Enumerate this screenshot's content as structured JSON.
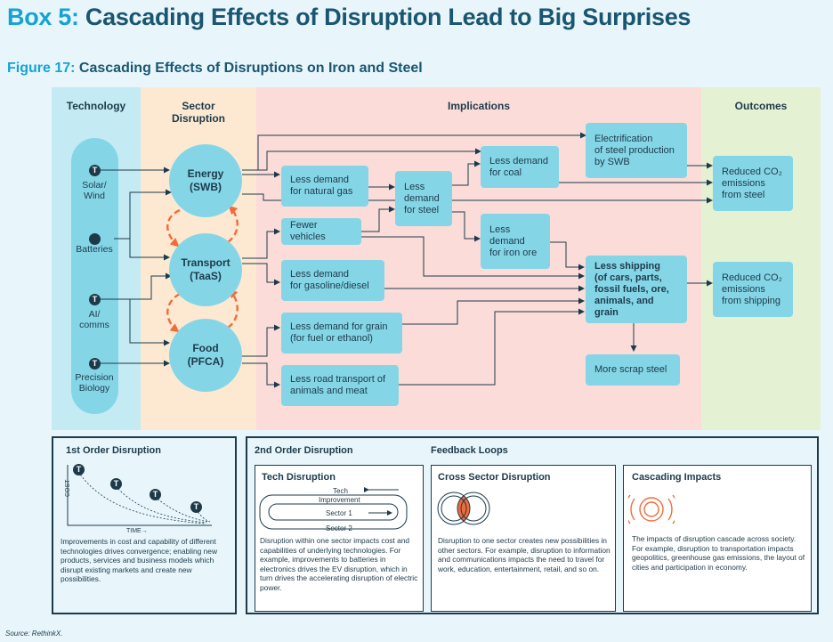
{
  "box_title": {
    "prefix": "Box 5:",
    "text": "Cascading Effects of Disruption Lead to Big Surprises"
  },
  "figure_title": {
    "prefix": "Figure 17:",
    "text": "Cascading Effects of Disruptions on Iron and Steel"
  },
  "columns": {
    "technology": "Technology",
    "sector": [
      "Sector",
      "Disruption"
    ],
    "implications": "Implications",
    "outcomes": "Outcomes"
  },
  "colors": {
    "technology_band": "#c4eaf4",
    "sector_band": "#fde9d2",
    "implications_band": "#fbdcd9",
    "outcomes_band": "#e4f1d2",
    "node": "#84d6e7",
    "dark": "#1d3a4a",
    "accent": "#14a3d6",
    "feedback_arrow": "#f26b3a"
  },
  "technologies": [
    {
      "mark": "T",
      "label": [
        "Solar/",
        "Wind"
      ]
    },
    {
      "mark": "",
      "label": [
        "Batteries"
      ]
    },
    {
      "mark": "T",
      "label": [
        "AI/",
        "comms"
      ]
    },
    {
      "mark": "T",
      "label": [
        "Precision",
        "Biology"
      ]
    }
  ],
  "sectors": [
    {
      "name": "Energy",
      "sub": "(SWB)"
    },
    {
      "name": "Transport",
      "sub": "(TaaS)"
    },
    {
      "name": "Food",
      "sub": "(PFCA)"
    }
  ],
  "implications": [
    [
      "Less demand",
      "for natural gas"
    ],
    [
      "Fewer vehicles"
    ],
    [
      "Less demand",
      "for gasoline/diesel"
    ],
    [
      "Less demand for grain",
      "(for fuel or ethanol)"
    ],
    [
      "Less road transport of",
      "animals and meat"
    ],
    [
      "Less",
      "demand",
      "for steel"
    ],
    [
      "Less demand",
      "for coal"
    ],
    [
      "Less",
      "demand",
      "for iron ore"
    ],
    [
      "Electrification",
      "of steel production",
      "by SWB"
    ],
    [
      "Less shipping",
      "(of cars, parts,",
      "fossil fuels, ore,",
      "animals, and grain"
    ],
    [
      "More scrap steel"
    ]
  ],
  "outcomes": [
    [
      "Reduced CO₂",
      "emissions",
      "from steel"
    ],
    [
      "Reduced CO₂",
      "emissions",
      "from shipping"
    ]
  ],
  "first_order": {
    "title": "1st Order Disruption",
    "ylabel": "COST",
    "xlabel": "TIME→",
    "mark": "T",
    "text": "Improvements in cost and capability of different technologies drives convergence; enabling new products, services and business models which disrupt existing markets and create new possibilities."
  },
  "second_order": {
    "title": "2nd Order Disruption",
    "feedback_title": "Feedback Loops"
  },
  "tech_disruption": {
    "title": "Tech Disruption",
    "labels": [
      "Tech",
      "Improvement",
      "Sector 1",
      "Sector 2"
    ],
    "text": "Disruption within one sector impacts cost and capabilities of underlying technologies. For example, improvements to batteries in electronics drives the EV disruption, which in turn drives the accelerating disruption of electric power."
  },
  "cross_sector": {
    "title": "Cross Sector Disruption",
    "text": "Disruption to one sector creates new possibilities in other sectors. For example, disruption to information and communications impacts the need to travel for work, education, entertainment, retail, and so on."
  },
  "cascading": {
    "title": "Cascading Impacts",
    "text": "The impacts of disruption cascade across society. For example, disruption to transportation impacts geopolitics, greenhouse gas emissions, the layout of cities and participation in economy."
  },
  "source": "Source: RethinkX."
}
